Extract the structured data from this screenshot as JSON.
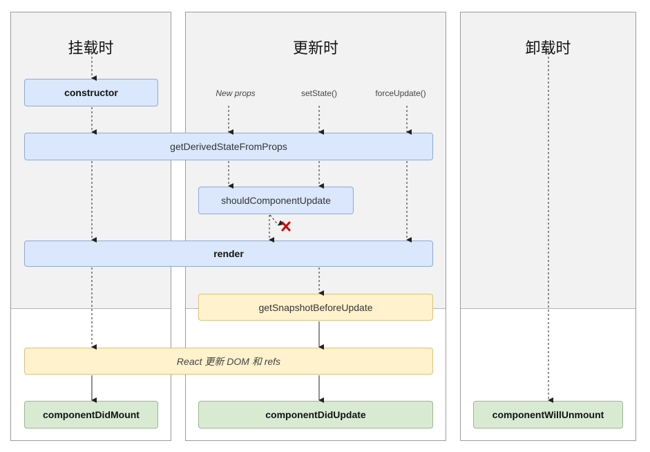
{
  "phases": {
    "mount": "挂载时",
    "update": "更新时",
    "unmount": "卸载时"
  },
  "triggers": {
    "new_props": "New props",
    "set_state": "setState()",
    "force_update": "forceUpdate()"
  },
  "methods": {
    "constructor": "constructor",
    "get_derived_state": "getDerivedStateFromProps",
    "should_update": "shouldComponentUpdate",
    "render": "render",
    "get_snapshot": "getSnapshotBeforeUpdate",
    "react_update": "React 更新 DOM 和 refs",
    "did_mount": "componentDidMount",
    "did_update": "componentDidUpdate",
    "will_unmount": "componentWillUnmount"
  },
  "colors": {
    "render_phase_bg": "#f2f2f2",
    "blue_box": "#dae7fc",
    "yellow_box": "#fff2cc",
    "green_box": "#d9ead3",
    "cross": "#cc0000"
  },
  "icons": {
    "reject": "cross-icon"
  }
}
